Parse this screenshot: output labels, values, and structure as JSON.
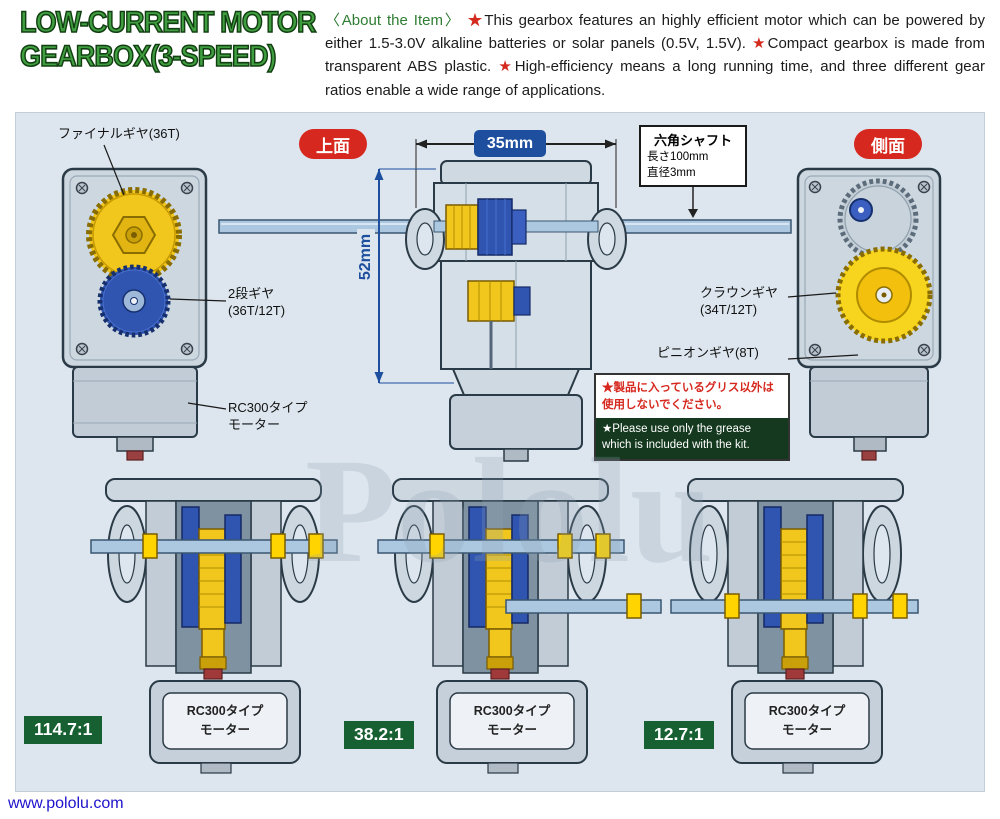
{
  "symbols": {
    "star": "★"
  },
  "header": {
    "title_line1": "LOW-CURRENT MOTOR",
    "title_line2": "GEARBOX(3-SPEED)",
    "about_heading": "〈About the Item〉 ",
    "about_1": "This gearbox features an highly efficient motor which can be powered by either 1.5-3.0V alkaline batteries or solar panels (0.5V, 1.5V). ",
    "about_2": "Compact gearbox is made from transparent ABS plastic. ",
    "about_3": "High-efficiency means a long running time, and three different gear ratios enable a wide range of applications."
  },
  "views": {
    "top_view_badge": "上面",
    "side_view_badge": "側面"
  },
  "dimensions": {
    "width": "35mm",
    "height": "52mm"
  },
  "hex_shaft_note": {
    "title": "六角シャフト",
    "length": "長さ100mm",
    "diameter": "直径3mm"
  },
  "part_labels": {
    "final_gear": "ファイナルギヤ(36T)",
    "two_stage_gear_1": "2段ギヤ",
    "two_stage_gear_2": "(36T/12T)",
    "motor_1": "RC300タイプ",
    "motor_2": "モーター",
    "crown_gear_1": "クラウンギヤ",
    "crown_gear_2": "(34T/12T)",
    "pinion_gear": "ピニオンギヤ(8T)"
  },
  "grease_note": {
    "jp_1": "★製品に入っているグリス以外は",
    "jp_2": "使用しないでください。",
    "en_1": "★Please use only the grease",
    "en_2": "which is included with the kit."
  },
  "gear_ratios": [
    {
      "ratio": "114.7:1",
      "motor_line1": "RC300タイプ",
      "motor_line2": "モーター"
    },
    {
      "ratio": "38.2:1",
      "motor_line1": "RC300タイプ",
      "motor_line2": "モーター"
    },
    {
      "ratio": "12.7:1",
      "motor_line1": "RC300タイプ",
      "motor_line2": "モーター"
    }
  ],
  "footer": {
    "url": "www.pololu.com",
    "watermark": "Pololu"
  }
}
